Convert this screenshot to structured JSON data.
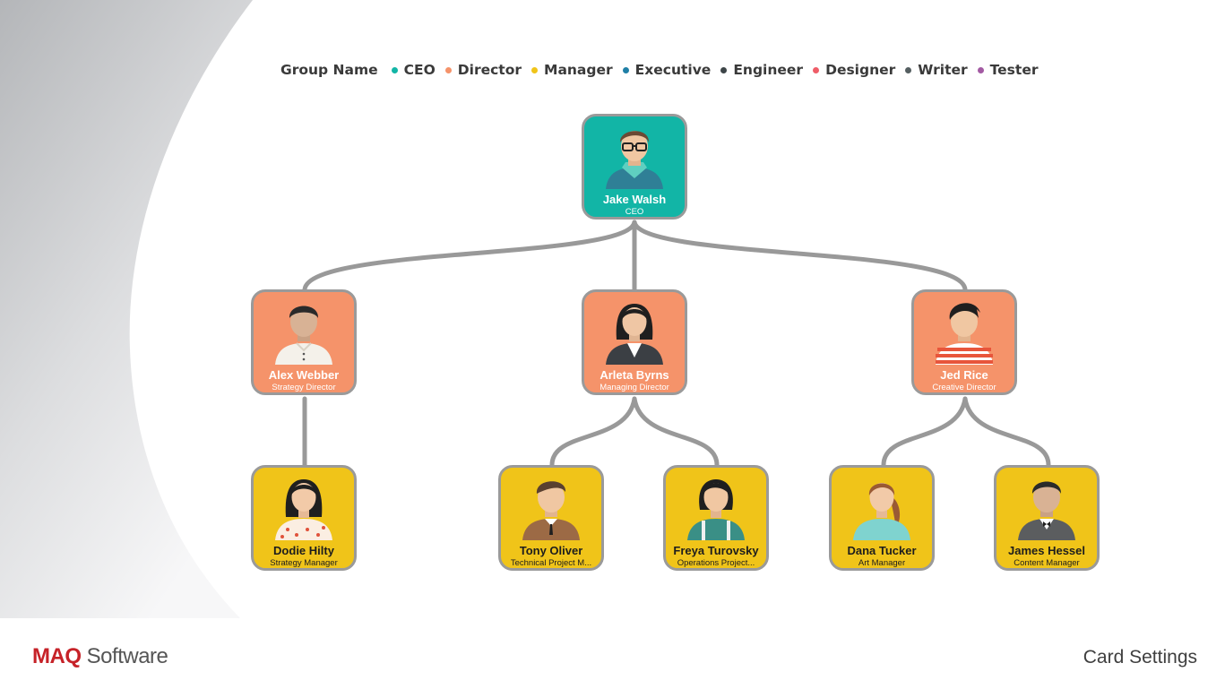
{
  "legend": {
    "title": "Group Name",
    "items": [
      {
        "label": "CEO",
        "color": "#12b5a6"
      },
      {
        "label": "Director",
        "color": "#f5936a"
      },
      {
        "label": "Manager",
        "color": "#f0c419"
      },
      {
        "label": "Executive",
        "color": "#1f7fa6"
      },
      {
        "label": "Engineer",
        "color": "#3d4548"
      },
      {
        "label": "Designer",
        "color": "#ef5d68"
      },
      {
        "label": "Writer",
        "color": "#555f61"
      },
      {
        "label": "Tester",
        "color": "#a35aa3"
      }
    ]
  },
  "org": {
    "ceo": {
      "name": "Jake Walsh",
      "role": "CEO",
      "group": "CEO",
      "avatar": "man-glasses-scarf-icon"
    },
    "directors": [
      {
        "name": "Alex Webber",
        "role": "Strategy Director",
        "group": "Director",
        "avatar": "man-white-shirt-icon"
      },
      {
        "name": "Arleta Byrns",
        "role": "Managing Director",
        "group": "Director",
        "avatar": "woman-suit-icon"
      },
      {
        "name": "Jed Rice",
        "role": "Creative Director",
        "group": "Director",
        "avatar": "man-striped-shirt-icon"
      }
    ],
    "managers": [
      {
        "name": "Dodie Hilty",
        "role": "Strategy Manager",
        "group": "Manager",
        "avatar": "woman-polka-dot-icon"
      },
      {
        "name": "Tony Oliver",
        "role": "Technical Project M...",
        "group": "Manager",
        "avatar": "man-brown-jacket-icon"
      },
      {
        "name": "Freya Turovsky",
        "role": "Operations Project...",
        "group": "Manager",
        "avatar": "woman-suspenders-icon"
      },
      {
        "name": "Dana Tucker",
        "role": "Art Manager",
        "group": "Manager",
        "avatar": "woman-ponytail-icon"
      },
      {
        "name": "James Hessel",
        "role": "Content Manager",
        "group": "Manager",
        "avatar": "man-grey-jacket-icon"
      }
    ]
  },
  "footer": {
    "logo_brand": "MAQ",
    "logo_product": "Software",
    "card_settings_label": "Card Settings"
  }
}
